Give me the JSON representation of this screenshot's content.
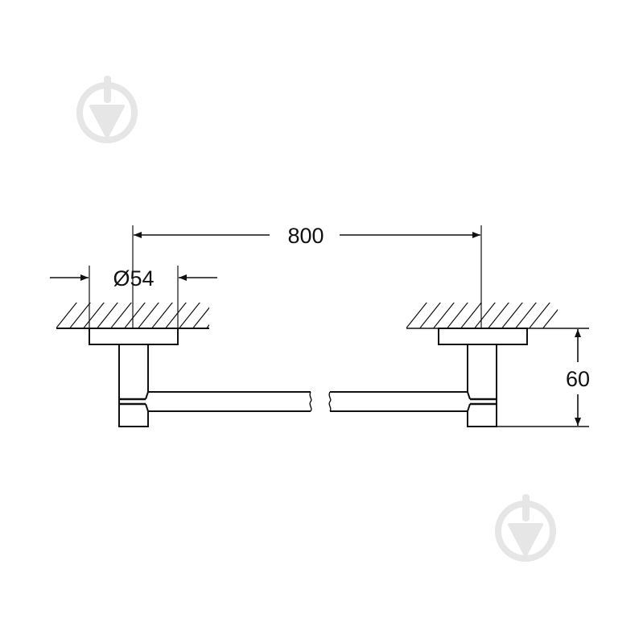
{
  "drawing": {
    "type": "technical dimension drawing - towel bar",
    "dimensions": {
      "length": "800",
      "diameter": "Ø54",
      "depth": "60"
    }
  },
  "watermarks": [
    {
      "name": "trowel-logo",
      "position": "top-left"
    },
    {
      "name": "trowel-logo",
      "position": "bottom-right"
    }
  ],
  "colors": {
    "line": "#111111",
    "watermark": "#e6e6e6",
    "background": "#ffffff"
  }
}
